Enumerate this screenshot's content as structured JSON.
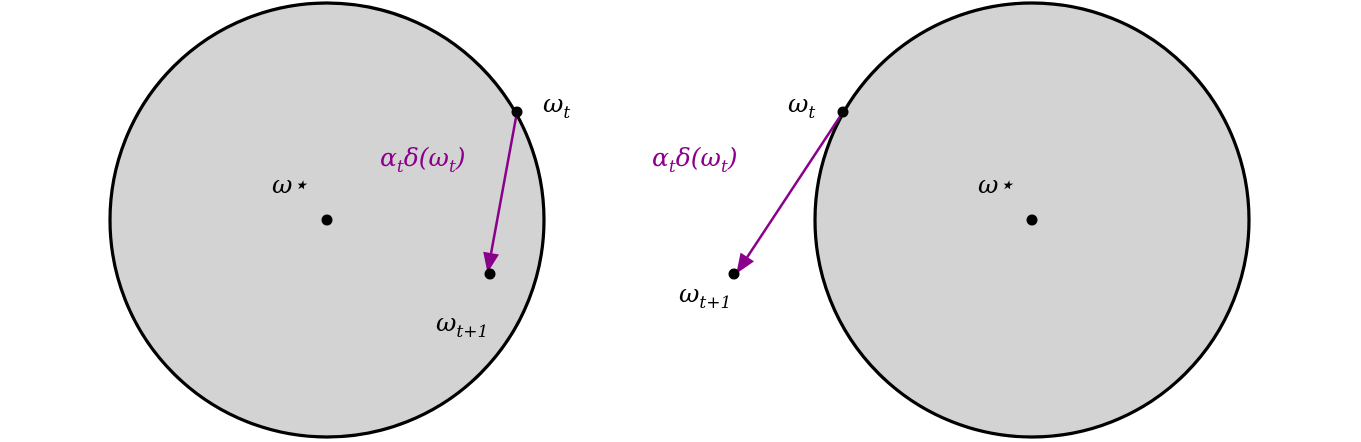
{
  "colors": {
    "ball_fill": "#d3d3d3",
    "ball_stroke": "#000000",
    "update_arrow": "#8b008b",
    "point": "#000000"
  },
  "left_panel": {
    "optimum_label": "ω⋆",
    "current_label": "ω",
    "current_sub": "t",
    "next_label": "ω",
    "next_sub": "t+1",
    "step_label": {
      "alpha": "α",
      "alpha_sub": "t",
      "delta": "δ(ω",
      "inner_sub": "t",
      "close": ")"
    }
  },
  "right_panel": {
    "optimum_label": "ω⋆",
    "current_label": "ω",
    "current_sub": "t",
    "next_label": "ω",
    "next_sub": "t+1",
    "step_label": {
      "alpha": "α",
      "alpha_sub": "t",
      "delta": "δ(ω",
      "inner_sub": "t",
      "close": ")"
    }
  }
}
